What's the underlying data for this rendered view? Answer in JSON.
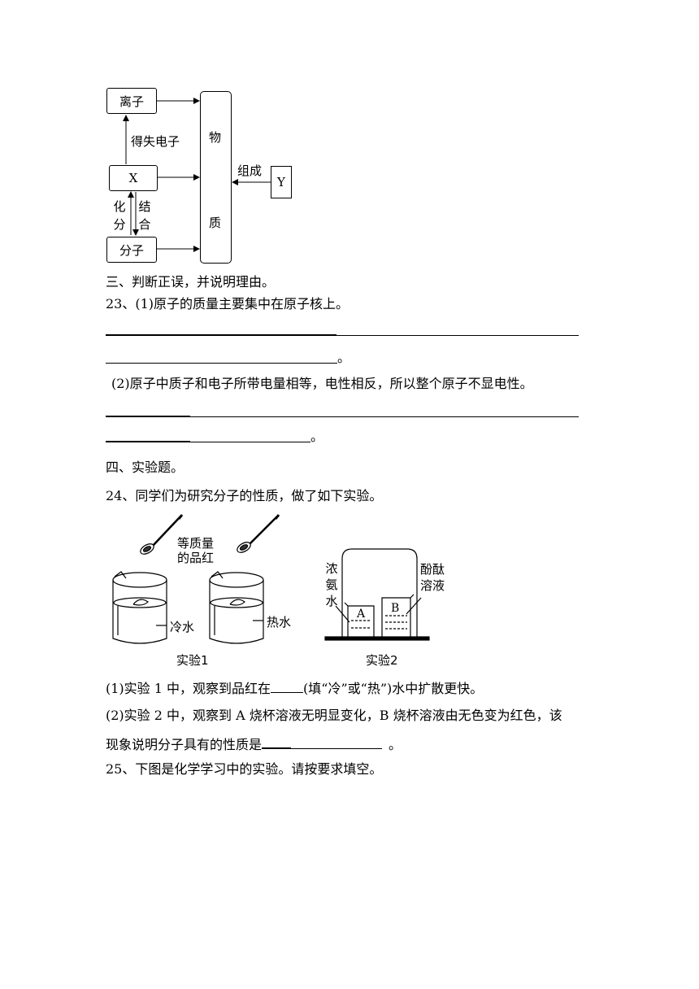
{
  "diagram": {
    "ion": "离子",
    "x": "X",
    "molecule": "分子",
    "substance_top": "物",
    "substance_bottom": "质",
    "y": "Y",
    "gain_lose_electrons": "得失电子",
    "compose": "组成",
    "split_1": "化",
    "split_2": "分",
    "combine_1": "结",
    "combine_2": "合"
  },
  "section3": {
    "heading": "三、判断正误，并说明理由。",
    "q23_1": "23、(1)原子的质量主要集中在原子核上。",
    "period_1": "。",
    "q23_2": "(2)原子中质子和电子所带电量相等，电性相反，所以整个原子不显电性。",
    "period_2": "。"
  },
  "section4": {
    "heading": "四、实验题。",
    "q24": "24、同学们为研究分子的性质，做了如下实验。",
    "fig": {
      "equal_mass_1": "等质量",
      "equal_mass_2": "的品红",
      "cold_water": "冷水",
      "hot_water": "热水",
      "exp1": "实验1",
      "ammonia_1": "浓",
      "ammonia_2": "氨",
      "ammonia_3": "水",
      "phenol_1": "酚酞",
      "phenol_2": "溶液",
      "beaker_a": "A",
      "beaker_b": "B",
      "exp2": "实验2"
    },
    "q24_1_pre": "(1)实验 1 中，观察到品红在",
    "q24_1_post": "(填“冷”或“热”)水中扩散更快。",
    "q24_2_line1": "(2)实验 2 中，观察到 A 烧杯溶液无明显变化，B 烧杯溶液由无色变为红色，该",
    "q24_2_line2_pre": "现象说明分子具有的性质是",
    "q24_2_line2_post": "。",
    "q25": "25、下图是化学学习中的实验。请按要求填空。"
  }
}
